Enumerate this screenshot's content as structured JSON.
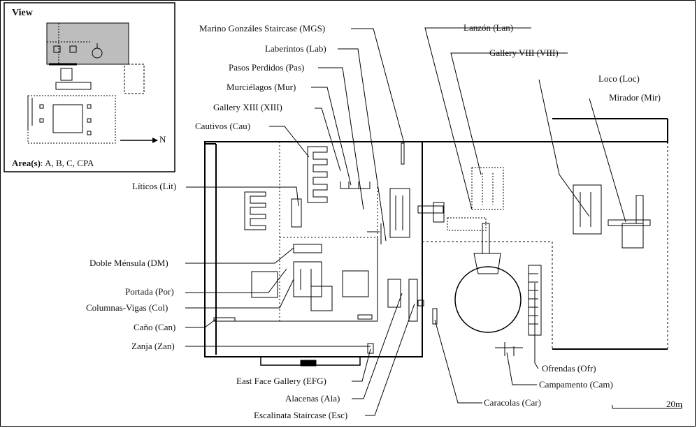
{
  "inset": {
    "title": "View",
    "area_label": "Area(s)",
    "area_value": ": A, B, C, CPA",
    "north": "N"
  },
  "scale": {
    "label": "20m"
  },
  "labels": {
    "mgs": "Marino Gonzáles Staircase (MGS)",
    "lab": "Laberintos (Lab)",
    "pas": "Pasos Perdidos (Pas)",
    "mur": "Murciélagos (Mur)",
    "xiii": "Gallery XIII (XIII)",
    "cau": "Cautivos (Cau)",
    "lit": "Líticos (Lit)",
    "dm": "Doble Ménsula (DM)",
    "por": "Portada (Por)",
    "col": "Columnas-Vigas (Col)",
    "can": "Caño (Can)",
    "zan": "Zanja (Zan)",
    "efg": "East Face Gallery (EFG)",
    "ala": "Alacenas (Ala)",
    "esc": "Escalinata Staircase (Esc)",
    "lan": "Lanzón (Lan)",
    "viii": "Gallery VIII (VIII)",
    "loc": "Loco (Loc)",
    "mir": "Mirador (Mir)",
    "ofr": "Ofrendas (Ofr)",
    "cam": "Campamento (Cam)",
    "car": "Caracolas (Car)"
  }
}
